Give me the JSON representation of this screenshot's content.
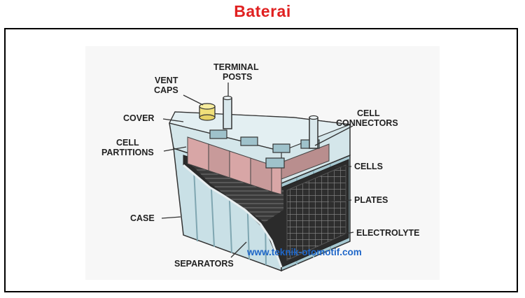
{
  "page": {
    "title": "Baterai"
  },
  "diagram": {
    "labels": {
      "vent_caps_line1": "VENT",
      "vent_caps_line2": "CAPS",
      "terminal_posts_line1": "TERMINAL",
      "terminal_posts_line2": "POSTS",
      "cover": "COVER",
      "cell_partitions_line1": "CELL",
      "cell_partitions_line2": "PARTITIONS",
      "cell_connectors_line1": "CELL",
      "cell_connectors_line2": "CONNECTORS",
      "cells": "CELLS",
      "plates": "PLATES",
      "case": "CASE",
      "electrolyte": "ELECTROLYTE",
      "separators": "SEPARATORS"
    },
    "watermark": "www.teknik-otomotif.com"
  },
  "colors": {
    "title": "#e02020",
    "watermark": "#1e66c8",
    "case_light": "#c9e0e6",
    "case_mid": "#a7c9d2",
    "plate_dark": "#2b2b2b",
    "plate_pink": "#d8a6a6"
  }
}
